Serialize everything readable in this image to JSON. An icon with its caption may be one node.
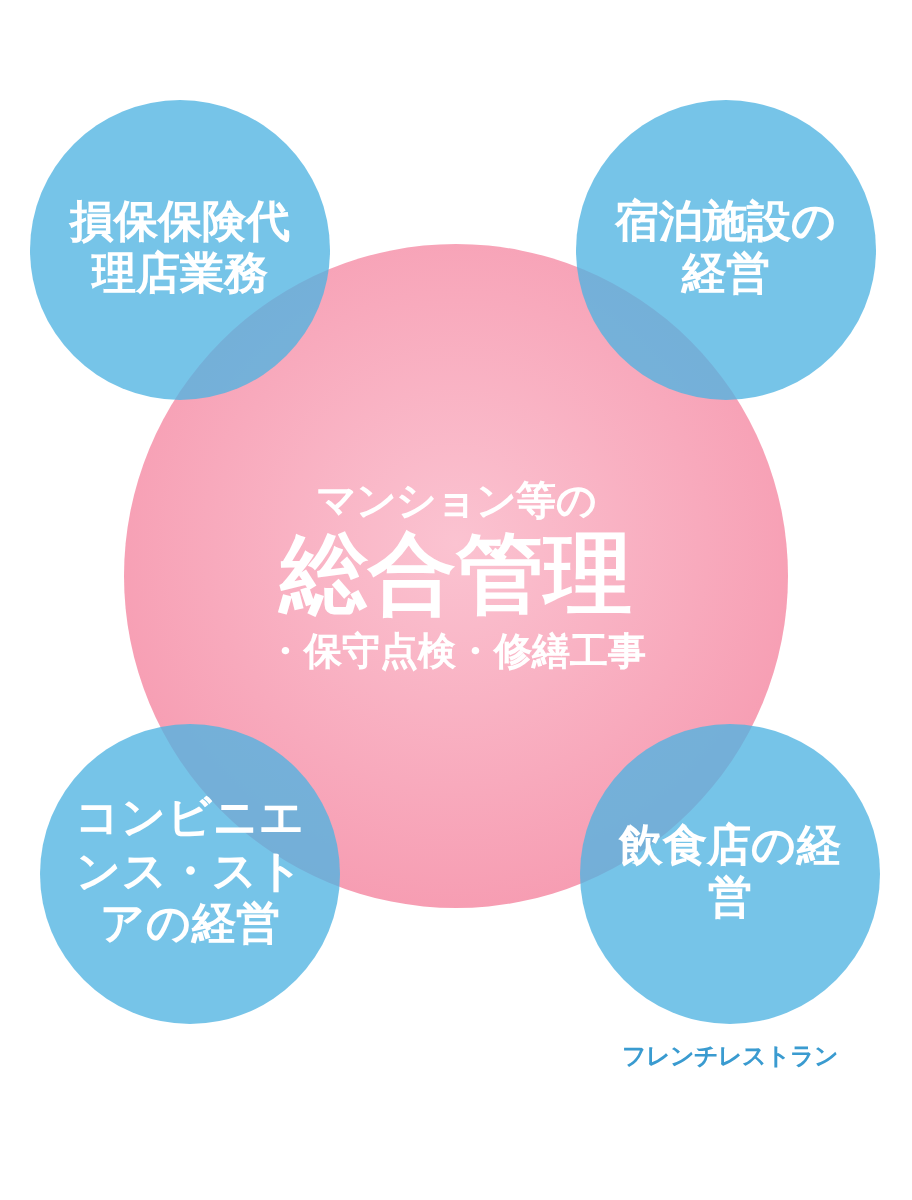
{
  "diagram": {
    "nodes": [
      {
        "text": [
          "マンション等の",
          "総合管理",
          "・保守点検・修繕工事"
        ]
      },
      {
        "text": [
          "損保保険代理店業務"
        ]
      },
      {
        "text": [
          "宿泊施設の経営"
        ]
      },
      {
        "text": [
          "コンビニエンス・ストアの経営"
        ]
      },
      {
        "text": [
          "飲食店の経営"
        ],
        "beside": [
          "フレンチレストラン"
        ]
      }
    ]
  }
}
